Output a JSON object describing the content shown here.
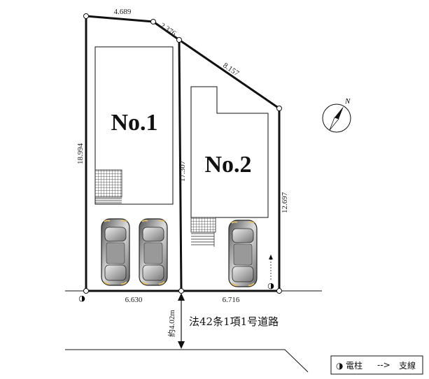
{
  "lots": [
    {
      "label": "No.1"
    },
    {
      "label": "No.2"
    }
  ],
  "dimensions": {
    "top_left": "4.689",
    "top_mid": "2.376",
    "diagonal": "8.157",
    "left": "18.994",
    "divider": "17.307",
    "right": "12.697",
    "frontage_1": "6.630",
    "frontage_2": "6.716"
  },
  "road": {
    "width": "約4.02m",
    "label": "法42条1項1号道路"
  },
  "legend": {
    "pole_symbol": "◑",
    "pole_label": "電柱",
    "stay_symbol": "-->",
    "stay_label": "支線"
  },
  "compass": {
    "label": "N"
  },
  "colors": {
    "line": "#111111",
    "car_body": "#8a8a8a",
    "car_light": "#e0c070"
  }
}
